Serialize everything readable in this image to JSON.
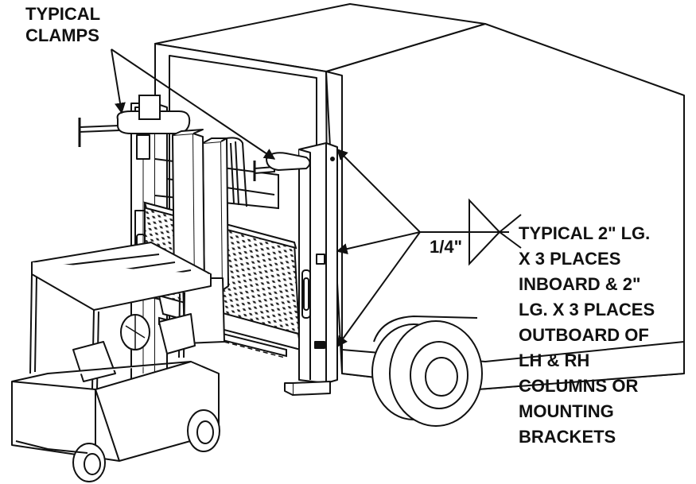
{
  "labels": {
    "clamps": [
      "TYPICAL",
      "CLAMPS"
    ],
    "weld_size": "1/4\"",
    "weld_note": [
      "TYPICAL 2\" LG.",
      "X 3 PLACES",
      "INBOARD & 2\"",
      "LG. X 3 PLACES",
      "OUTBOARD OF",
      "LH & RH",
      "COLUMNS OR",
      "MOUNTING",
      "BRACKETS"
    ]
  },
  "colors": {
    "line": "#111111",
    "background": "#ffffff"
  }
}
